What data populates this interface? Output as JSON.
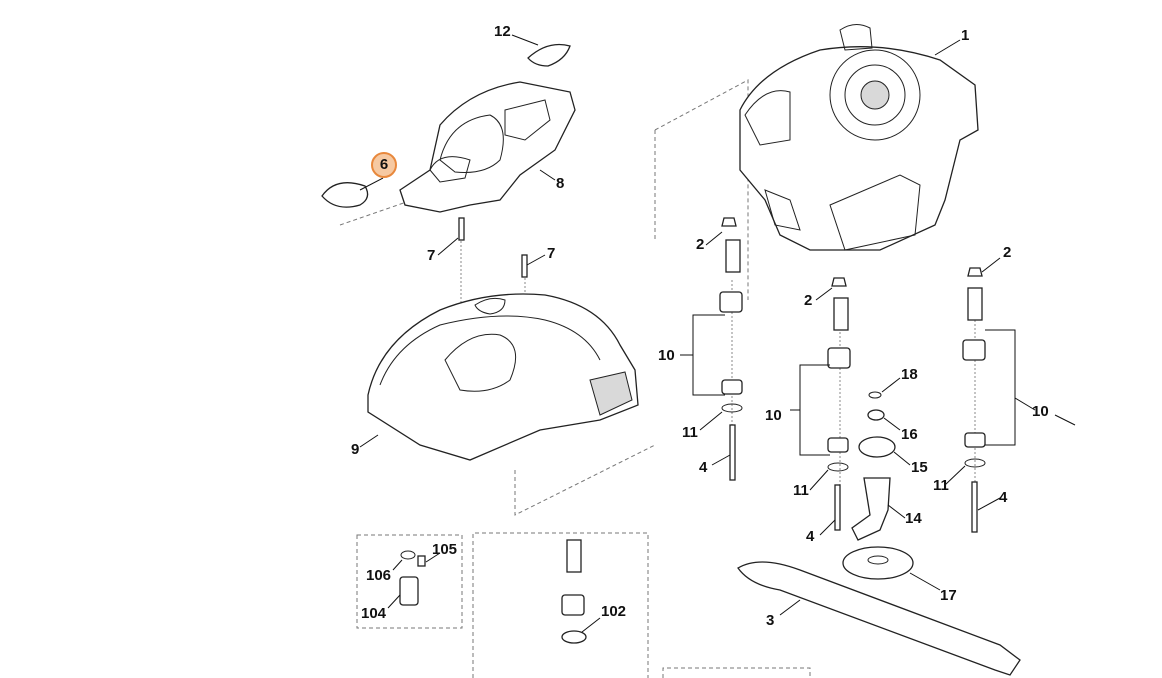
{
  "callouts": [
    {
      "id": "c1",
      "label": "1"
    },
    {
      "id": "c12",
      "label": "12"
    },
    {
      "id": "c6",
      "label": "6",
      "highlight": true
    },
    {
      "id": "c8",
      "label": "8"
    },
    {
      "id": "c7a",
      "label": "7"
    },
    {
      "id": "c7b",
      "label": "7"
    },
    {
      "id": "c9",
      "label": "9"
    },
    {
      "id": "c2a",
      "label": "2"
    },
    {
      "id": "c2b",
      "label": "2"
    },
    {
      "id": "c2c",
      "label": "2"
    },
    {
      "id": "c10a",
      "label": "10"
    },
    {
      "id": "c10b",
      "label": "10"
    },
    {
      "id": "c10c",
      "label": "10"
    },
    {
      "id": "c11a",
      "label": "11"
    },
    {
      "id": "c11b",
      "label": "11"
    },
    {
      "id": "c11c",
      "label": "11"
    },
    {
      "id": "c4a",
      "label": "4"
    },
    {
      "id": "c4b",
      "label": "4"
    },
    {
      "id": "c4c",
      "label": "4"
    },
    {
      "id": "c18",
      "label": "18"
    },
    {
      "id": "c16",
      "label": "16"
    },
    {
      "id": "c15",
      "label": "15"
    },
    {
      "id": "c14",
      "label": "14"
    },
    {
      "id": "c17",
      "label": "17"
    },
    {
      "id": "c3",
      "label": "3"
    },
    {
      "id": "c105",
      "label": "105"
    },
    {
      "id": "c106",
      "label": "106"
    },
    {
      "id": "c104",
      "label": "104"
    },
    {
      "id": "c102",
      "label": "102"
    }
  ],
  "colors": {
    "highlight_fill": "#f6c9a2",
    "highlight_border": "#e8883c",
    "line": "#222222"
  }
}
